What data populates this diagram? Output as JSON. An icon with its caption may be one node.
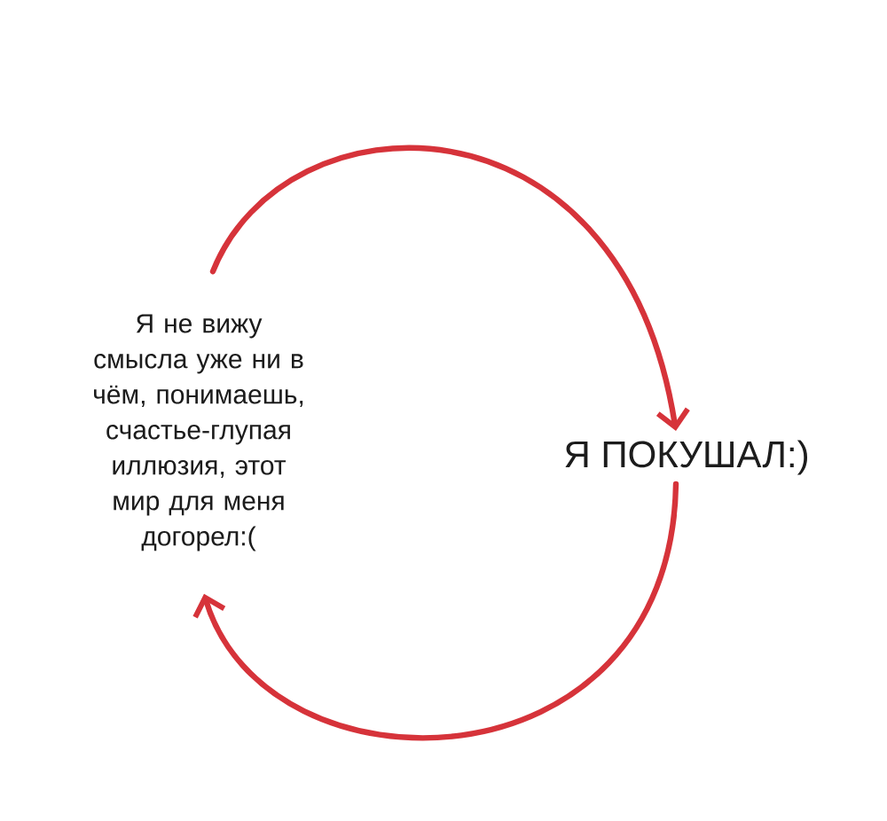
{
  "diagram": {
    "nodes": [
      {
        "text": [
          "Я не вижу смысла уже ни в чём, понимаешь, счастье-глупая иллюзия, этот мир для меня догорел:("
        ]
      },
      {
        "text": [
          "Я ПОКУШАЛ:)"
        ]
      }
    ],
    "edges": [
      {
        "from": 0,
        "to": 1,
        "arrow": "to"
      },
      {
        "from": 1,
        "to": 0,
        "arrow": "to"
      }
    ]
  }
}
